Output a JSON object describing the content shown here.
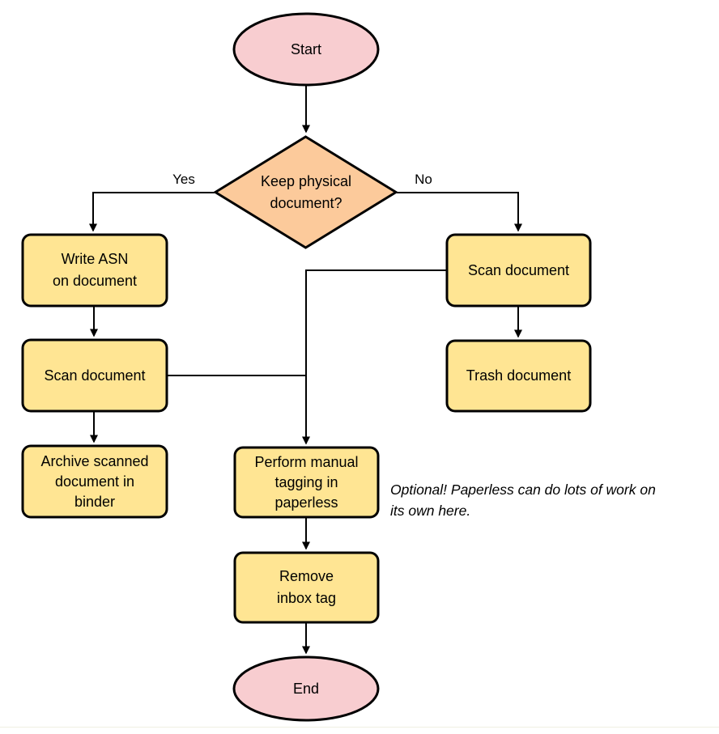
{
  "flowchart": {
    "nodes": {
      "start": "Start",
      "decision": "Keep physical\ndocument?",
      "write_asn": "Write ASN\non document",
      "scan_left": "Scan document",
      "archive": "Archive scanned\ndocument in\nbinder",
      "scan_right": "Scan document",
      "trash": "Trash document",
      "tagging": "Perform manual\ntagging in\npaperless",
      "remove_inbox": "Remove\ninbox tag",
      "end": "End"
    },
    "edge_labels": {
      "yes": "Yes",
      "no": "No"
    },
    "annotation": "Optional! Paperless can do lots of work on\nits own here.",
    "colors": {
      "terminator_fill": "#F8CDD0",
      "decision_fill": "#FCCA9B",
      "process_fill": "#FFE593",
      "stroke": "#000000"
    }
  }
}
